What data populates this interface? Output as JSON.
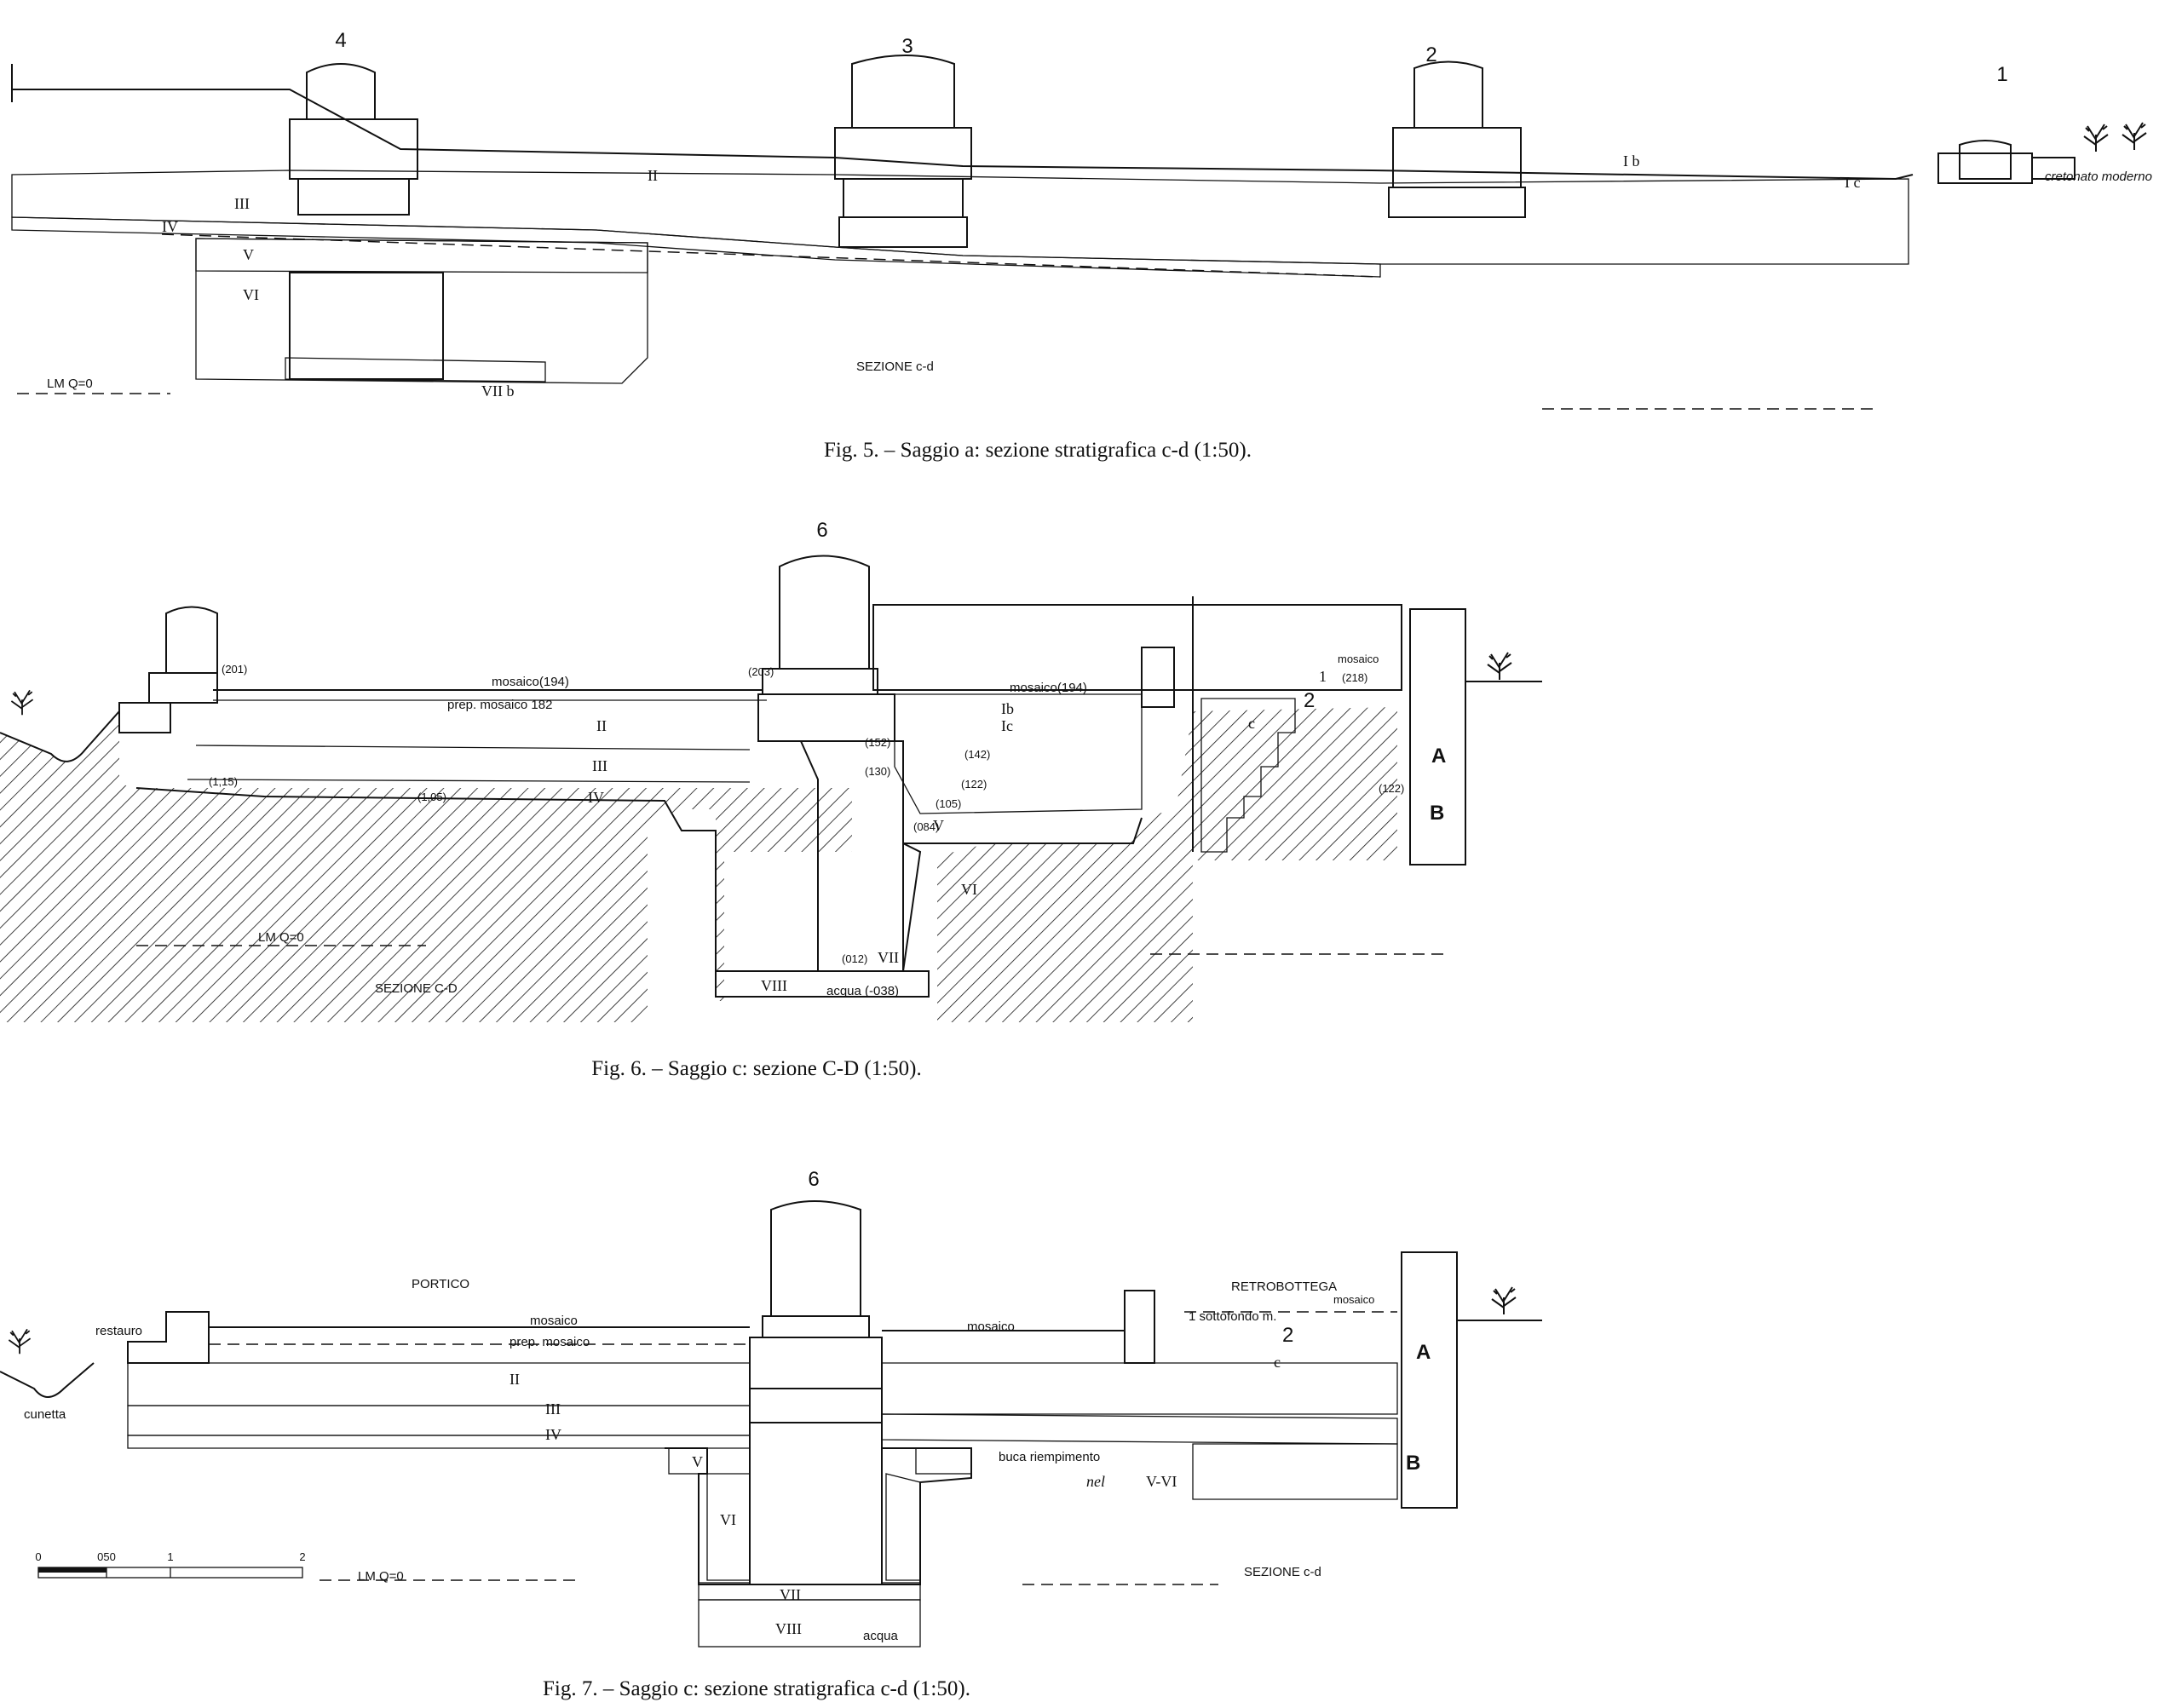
{
  "colors": {
    "ink": "#111111",
    "paper": "#ffffff"
  },
  "fig5": {
    "caption": "Fig. 5. – Saggio a: sezione stratigrafica c-d (1:50).",
    "section_label": "SEZIONE c-d",
    "datum_label": "LM Q=0",
    "pillar_numbers": [
      "4",
      "3",
      "2",
      "1"
    ],
    "label_modern": "cretonato moderno",
    "layers": {
      "ib": "I b",
      "ic": "I c",
      "ii": "II",
      "iii": "III",
      "iv": "IV",
      "v": "V",
      "vi": "VI",
      "viib": "VII b"
    }
  },
  "fig6": {
    "caption": "Fig. 6. – Saggio c: sezione C-D (1:50).",
    "section_label": "SEZIONE C-D",
    "datum_label": "LM Q=0",
    "pillar_number": "6",
    "labels": {
      "mosaico_194": "mosaico(194)",
      "prep_mosaico": "prep. mosaico 182",
      "mosaico_194b": "mosaico(194)",
      "mosaico": "mosaico",
      "e201": "(201)",
      "e203": "(203)",
      "e152": "(152)",
      "e142": "(142)",
      "e130": "(130)",
      "e122": "(122)",
      "e122b": "(122)",
      "e115": "(1,15)",
      "e105": "(1,05)",
      "e105b": "(105)",
      "e084": "(084)",
      "e012": "(012)",
      "e218": "(218)",
      "acqua": "acqua (-038)",
      "wall_a": "A",
      "wall_b": "B"
    },
    "layers": {
      "ib": "Ib",
      "ic": "Ic",
      "ii": "II",
      "iii": "III",
      "iv": "IV",
      "v": "V",
      "vi": "VI",
      "vii": "VII",
      "viii": "VIII",
      "one": "1",
      "two": "2",
      "c": "c"
    }
  },
  "fig7": {
    "caption": "Fig. 7. – Saggio c: sezione stratigrafica c-d (1:50).",
    "section_label": "SEZIONE c-d",
    "datum_label": "LM Q=0",
    "pillar_number": "6",
    "labels": {
      "portico": "PORTICO",
      "retrobottega": "RETROBOTTEGA",
      "restauro": "restauro",
      "cunetta": "cunetta",
      "mosaico_l": "mosaico",
      "prep_mosaico": "prep. mosaico",
      "mosaico_r": "mosaico",
      "mosaico_rb": "mosaico",
      "sottofondo": "1 sottofondo m.",
      "buca": "buca riempimento",
      "nel": "nel",
      "vvi": "V-VI",
      "acqua": "acqua",
      "wall_a": "A",
      "wall_b": "B"
    },
    "layers": {
      "ii": "II",
      "iii": "III",
      "iv": "IV",
      "v": "V",
      "vi": "VI",
      "vii": "VII",
      "viii": "VIII",
      "two": "2",
      "c": "c"
    },
    "scale_ticks": [
      "0",
      "050",
      "1",
      "2"
    ]
  }
}
